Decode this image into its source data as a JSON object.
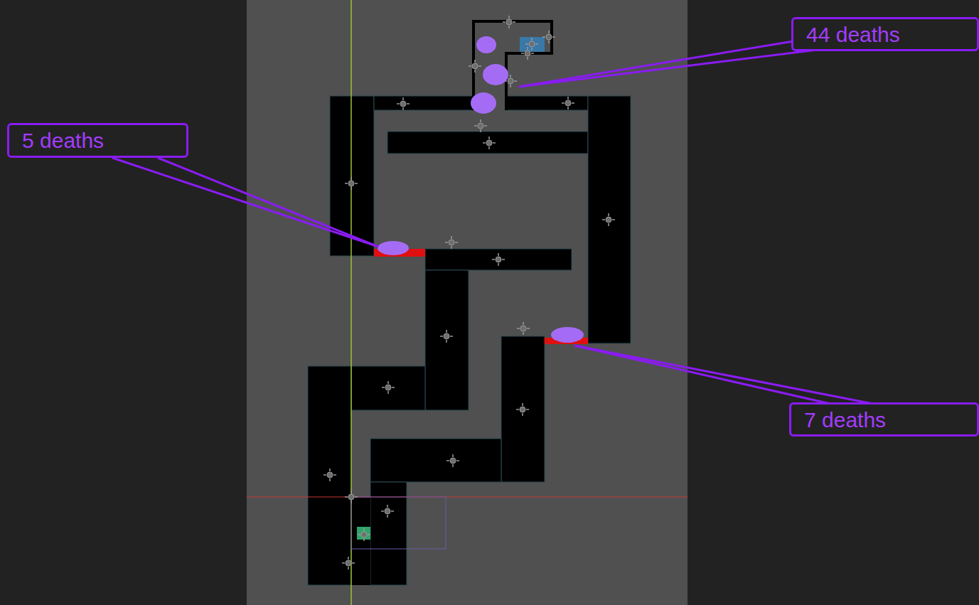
{
  "diagram": {
    "nodes": [
      {
        "text": [
          "44 deaths"
        ]
      },
      {
        "text": [
          "5 deaths"
        ]
      },
      {
        "text": [
          "7 deaths"
        ]
      }
    ]
  }
}
